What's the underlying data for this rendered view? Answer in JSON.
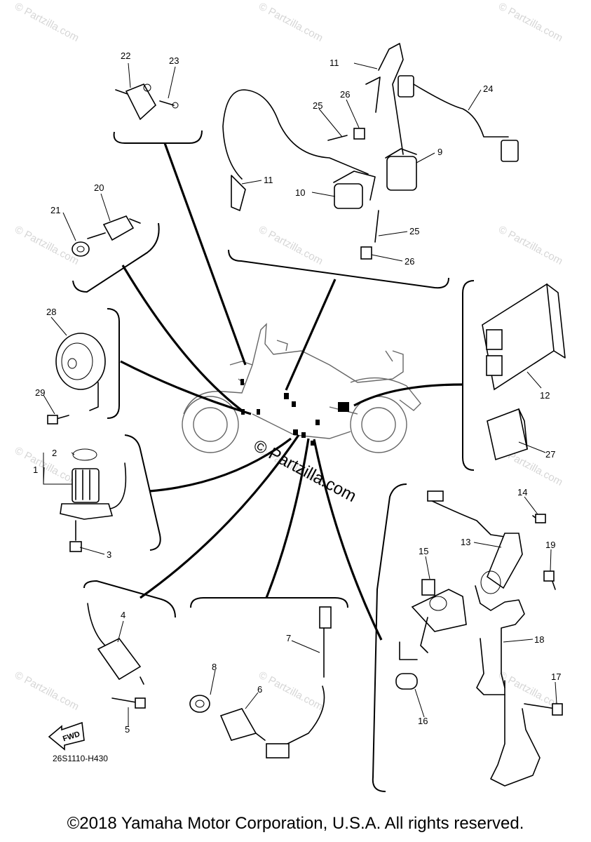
{
  "diagram": {
    "watermark_text": "© Partzilla.com",
    "center_watermark": "© Partzilla.com",
    "ref_code": "26S1110-H430",
    "fwd_label": "FWD",
    "copyright": "©2018 Yamaha Motor Corporation, U.S.A. All rights reserved.",
    "callouts": {
      "c1": "1",
      "c2": "2",
      "c3": "3",
      "c4": "4",
      "c5": "5",
      "c6": "6",
      "c7": "7",
      "c8": "8",
      "c9": "9",
      "c10": "10",
      "c11a": "11",
      "c11b": "11",
      "c12": "12",
      "c13": "13",
      "c14": "14",
      "c15": "15",
      "c16": "16",
      "c17": "17",
      "c18": "18",
      "c19": "19",
      "c20": "20",
      "c21": "21",
      "c22": "22",
      "c23": "23",
      "c24": "24",
      "c25a": "25",
      "c25b": "25",
      "c26a": "26",
      "c26b": "26",
      "c27": "27",
      "c28": "28",
      "c29": "29"
    }
  }
}
